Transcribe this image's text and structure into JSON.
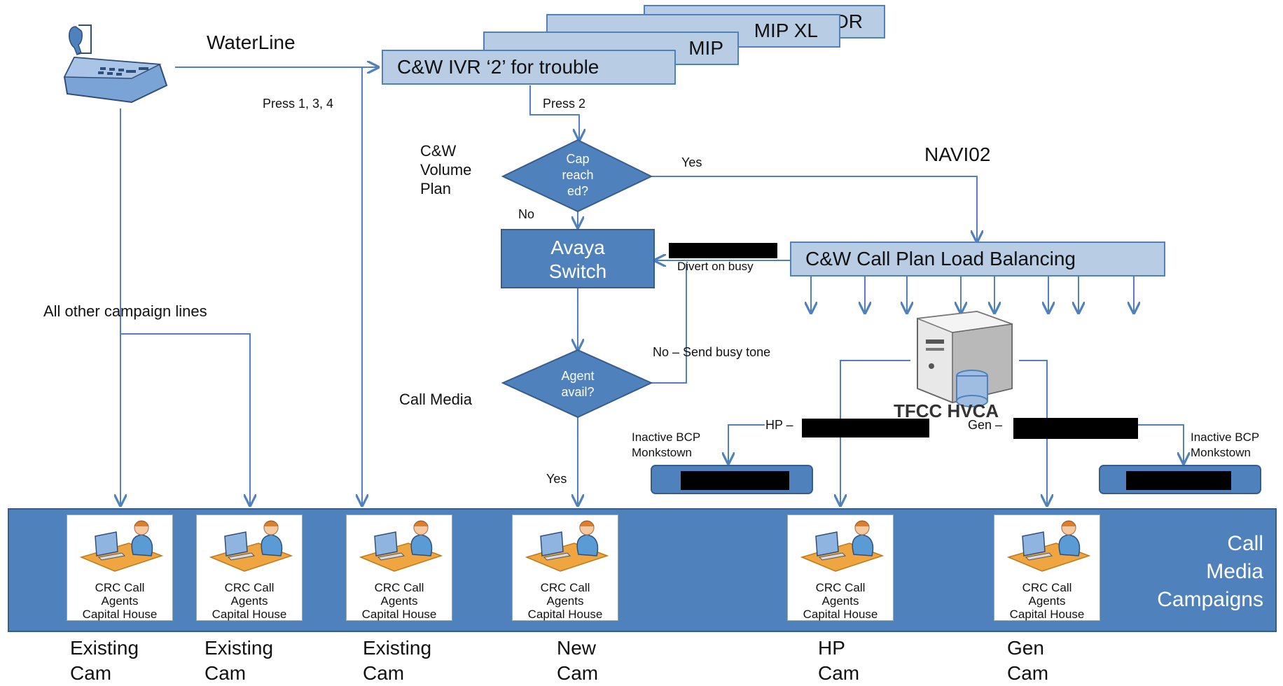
{
  "waterline_label": "WaterLine",
  "press134_label": "Press 1, 3, 4",
  "press2_label": "Press 2",
  "ivr_boxes": [
    {
      "label": "DR"
    },
    {
      "label": "MIP XL"
    },
    {
      "label": "MIP"
    },
    {
      "label": "C&W IVR ‘2’ for trouble"
    }
  ],
  "volume_plan_label": [
    "C&W",
    "Volume",
    "Plan"
  ],
  "cap_decision": [
    "Cap",
    "reach",
    "ed?"
  ],
  "yes_label_top": "Yes",
  "no_label_top": "No",
  "navi_label": "NAVI02",
  "avaya_switch": [
    "Avaya",
    "Switch"
  ],
  "divert_label": "Divert on busy",
  "load_balancing_label": "C&W Call Plan Load Balancing",
  "other_lines_label": "All other campaign lines",
  "no_busy_label": "No – Send busy tone",
  "agent_decision": [
    "Agent",
    "avail?"
  ],
  "call_media_label": "Call Media",
  "yes_label_bottom": "Yes",
  "server_label": "TFCC HVCA",
  "hp_label": "HP –",
  "gen_label": "Gen –",
  "inactive_bcp_left": [
    "Inactive BCP",
    "Monkstown"
  ],
  "inactive_bcp_right": [
    "Inactive BCP",
    "Monkstown"
  ],
  "campaign_band_label": [
    "Call",
    "Media",
    "Campaigns"
  ],
  "agent_cards": [
    {
      "lines": [
        "CRC Call",
        "Agents",
        "Capital House"
      ],
      "cam": [
        "Existing",
        "Cam"
      ]
    },
    {
      "lines": [
        "CRC Call",
        "Agents",
        "Capital House"
      ],
      "cam": [
        "Existing",
        "Cam"
      ]
    },
    {
      "lines": [
        "CRC Call",
        "Agents",
        "Capital House"
      ],
      "cam": [
        "Existing",
        "Cam"
      ]
    },
    {
      "lines": [
        "CRC Call",
        "Agents",
        "Capital House"
      ],
      "cam": [
        "New",
        "Cam"
      ]
    },
    {
      "lines": [
        "CRC Call",
        "Agents",
        "Capital House"
      ],
      "cam": [
        "HP",
        "Cam"
      ]
    },
    {
      "lines": [
        "CRC Call",
        "Agents",
        "Capital House"
      ],
      "cam": [
        "Gen",
        "Cam"
      ]
    }
  ],
  "colors": {
    "box_dark": "#4f81bd",
    "box_light": "#b8cce4",
    "band": "#4f81bd",
    "line": "#4f81bd"
  },
  "icons": [
    "telephone-icon",
    "server-icon",
    "agent-icon"
  ]
}
